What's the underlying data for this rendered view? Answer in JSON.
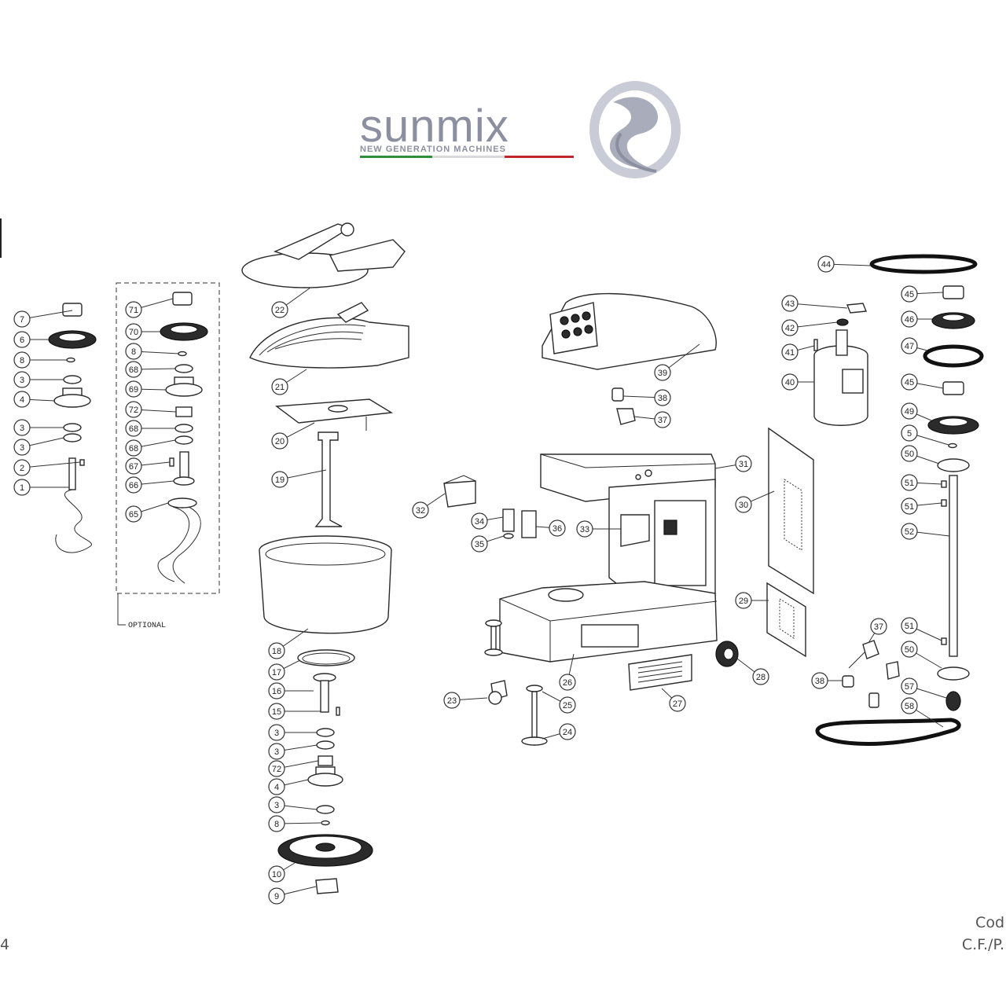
{
  "brand": {
    "wordmark": "sunmix",
    "tagline": "NEW GENERATION MACHINES",
    "wordmark_color": "#8c8fa0",
    "flag_colors": [
      "#2f8f3a",
      "#d9d9d9",
      "#c0272d"
    ]
  },
  "optional_label": "OPTIONAL",
  "footer": {
    "page_fragment": "4",
    "code_label": "Cod",
    "tax_label": "C.F./P."
  },
  "callouts": [
    {
      "id": "1"
    },
    {
      "id": "2"
    },
    {
      "id": "3"
    },
    {
      "id": "4"
    },
    {
      "id": "5"
    },
    {
      "id": "6"
    },
    {
      "id": "7"
    },
    {
      "id": "8"
    },
    {
      "id": "9"
    },
    {
      "id": "10"
    },
    {
      "id": "15"
    },
    {
      "id": "16"
    },
    {
      "id": "17"
    },
    {
      "id": "18"
    },
    {
      "id": "19"
    },
    {
      "id": "20"
    },
    {
      "id": "21"
    },
    {
      "id": "22"
    },
    {
      "id": "23"
    },
    {
      "id": "24"
    },
    {
      "id": "25"
    },
    {
      "id": "26"
    },
    {
      "id": "27"
    },
    {
      "id": "28"
    },
    {
      "id": "29"
    },
    {
      "id": "30"
    },
    {
      "id": "31"
    },
    {
      "id": "32"
    },
    {
      "id": "33"
    },
    {
      "id": "34"
    },
    {
      "id": "35"
    },
    {
      "id": "36"
    },
    {
      "id": "37"
    },
    {
      "id": "38"
    },
    {
      "id": "39"
    },
    {
      "id": "40"
    },
    {
      "id": "41"
    },
    {
      "id": "42"
    },
    {
      "id": "43"
    },
    {
      "id": "44"
    },
    {
      "id": "45"
    },
    {
      "id": "46"
    },
    {
      "id": "47"
    },
    {
      "id": "49"
    },
    {
      "id": "50"
    },
    {
      "id": "51"
    },
    {
      "id": "52"
    },
    {
      "id": "57"
    },
    {
      "id": "58"
    },
    {
      "id": "65"
    },
    {
      "id": "66"
    },
    {
      "id": "67"
    },
    {
      "id": "68"
    },
    {
      "id": "69"
    },
    {
      "id": "70"
    },
    {
      "id": "71"
    },
    {
      "id": "72"
    }
  ]
}
